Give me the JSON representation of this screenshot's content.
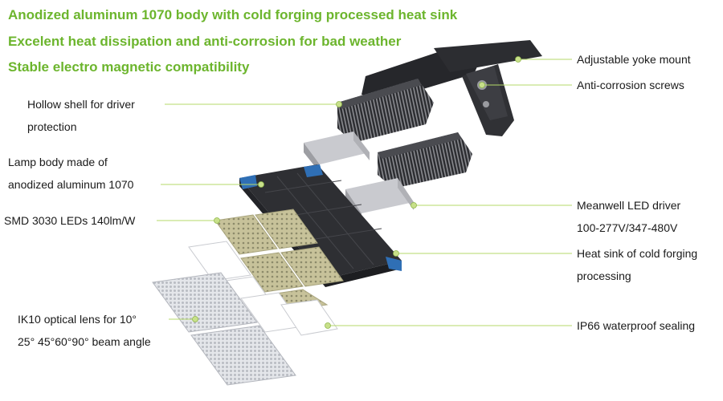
{
  "headlines": [
    "Anodized aluminum 1070 body with cold forging processed heat sink",
    "Excelent heat dissipation and anti-corrosion for bad weather",
    "Stable electro magnetic  compatibility"
  ],
  "callouts": {
    "yoke": "Adjustable yoke mount",
    "screws": "Anti-corrosion screws",
    "shell_line1": "Hollow shell for driver",
    "shell_line2": "protection",
    "body_line1": "Lamp body made of",
    "body_line2": "anodized aluminum 1070",
    "leds": "SMD 3030 LEDs 140lm/W",
    "driver_line1": "Meanwell LED driver",
    "driver_line2": "100-277V/347-480V",
    "heatsink_line1": "Heat sink of cold forging",
    "heatsink_line2": "processing",
    "lens_line1": "IK10 optical lens for 10°",
    "lens_line2": "25° 45°60°90° beam angle",
    "sealing": "IP66 waterproof sealing"
  },
  "colors": {
    "headline_green": "#6cb52d",
    "leader_line": "#b5d96a",
    "dot": "#c8e08a",
    "accent_blue": "#2f6fb5",
    "housing_dark": "#2e2f33"
  }
}
